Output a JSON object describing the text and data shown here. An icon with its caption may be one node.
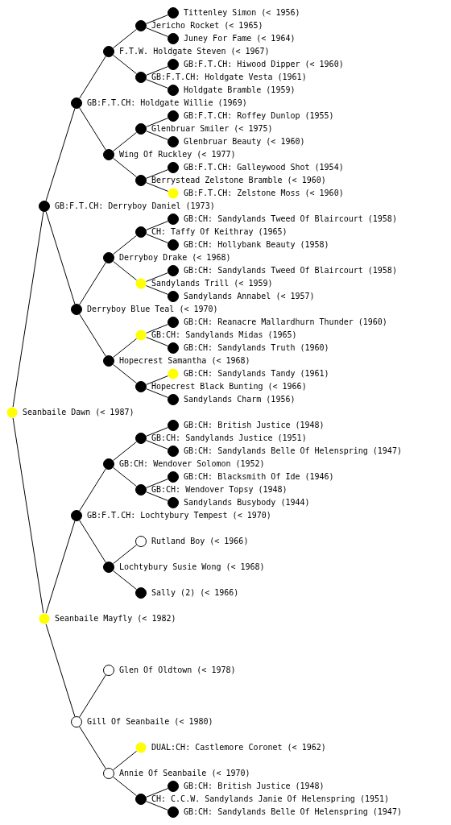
{
  "diagram": {
    "nodes": [
      {
        "text": [],
        "shape": "circle",
        "beside": [
          "Seanbaile Dawn (< 1987)"
        ]
      },
      {
        "text": [],
        "shape": "circle",
        "beside": [
          "GB:F.T.CH: Derryboy Daniel (1973)"
        ]
      },
      {
        "text": [],
        "shape": "circle",
        "beside": [
          "GB:F.T.CH: Holdgate Willie (1969)"
        ]
      },
      {
        "text": [],
        "shape": "circle",
        "beside": [
          "F.T.W. Holdgate Steven (< 1967)"
        ]
      },
      {
        "text": [],
        "shape": "circle",
        "beside": [
          "Jericho Rocket (< 1965)"
        ]
      },
      {
        "text": [],
        "shape": "circle",
        "beside": [
          "Tittenley Simon (< 1956)"
        ]
      },
      {
        "text": [],
        "shape": "circle",
        "beside": [
          "Juney For Fame (< 1964)"
        ]
      },
      {
        "text": [],
        "shape": "circle",
        "beside": [
          "GB:F.T.CH: Holdgate Vesta (1961)"
        ]
      },
      {
        "text": [],
        "shape": "circle",
        "beside": [
          "GB:F.T.CH: Hiwood Dipper (< 1960)"
        ]
      },
      {
        "text": [],
        "shape": "circle",
        "beside": [
          "Holdgate Bramble (1959)"
        ]
      },
      {
        "text": [],
        "shape": "circle",
        "beside": [
          "Wing Of Ruckley (< 1977)"
        ]
      },
      {
        "text": [],
        "shape": "circle",
        "beside": [
          "Glenbruar Smiler (< 1975)"
        ]
      },
      {
        "text": [],
        "shape": "circle",
        "beside": [
          "GB:F.T.CH: Roffey Dunlop (1955)"
        ]
      },
      {
        "text": [],
        "shape": "circle",
        "beside": [
          "Glenbruar Beauty (< 1960)"
        ]
      },
      {
        "text": [],
        "shape": "circle",
        "beside": [
          "Berrystead Zelstone Bramble (< 1960)"
        ]
      },
      {
        "text": [],
        "shape": "circle",
        "beside": [
          "GB:F.T.CH: Galleywood Shot (1954)"
        ]
      },
      {
        "text": [],
        "shape": "circle",
        "beside": [
          "GB:F.T.CH: Zelstone Moss (< 1960)"
        ]
      },
      {
        "text": [],
        "shape": "circle",
        "beside": [
          "Derryboy Blue Teal (< 1970)"
        ]
      },
      {
        "text": [],
        "shape": "circle",
        "beside": [
          "Derryboy Drake (< 1968)"
        ]
      },
      {
        "text": [],
        "shape": "circle",
        "beside": [
          "CH: Taffy Of Keithray (1965)"
        ]
      },
      {
        "text": [],
        "shape": "circle",
        "beside": [
          "GB:CH: Sandylands Tweed Of Blaircourt (1958)"
        ]
      },
      {
        "text": [],
        "shape": "circle",
        "beside": [
          "GB:CH: Hollybank Beauty (1958)"
        ]
      },
      {
        "text": [],
        "shape": "circle",
        "beside": [
          "Sandylands Trill (< 1959)"
        ]
      },
      {
        "text": [],
        "shape": "circle",
        "beside": [
          "GB:CH: Sandylands Tweed Of Blaircourt (1958)"
        ]
      },
      {
        "text": [],
        "shape": "circle",
        "beside": [
          "Sandylands Annabel (< 1957)"
        ]
      },
      {
        "text": [],
        "shape": "circle",
        "beside": [
          "Hopecrest Samantha (< 1968)"
        ]
      },
      {
        "text": [],
        "shape": "circle",
        "beside": [
          "GB:CH: Sandylands Midas (1965)"
        ]
      },
      {
        "text": [],
        "shape": "circle",
        "beside": [
          "GB:CH: Reanacre Mallardhurn Thunder (1960)"
        ]
      },
      {
        "text": [],
        "shape": "circle",
        "beside": [
          "GB:CH: Sandylands Truth (1960)"
        ]
      },
      {
        "text": [],
        "shape": "circle",
        "beside": [
          "Hopecrest Black Bunting (< 1966)"
        ]
      },
      {
        "text": [],
        "shape": "circle",
        "beside": [
          "GB:CH: Sandylands Tandy (1961)"
        ]
      },
      {
        "text": [],
        "shape": "circle",
        "beside": [
          "Sandylands Charm (1956)"
        ]
      },
      {
        "text": [],
        "shape": "circle",
        "beside": [
          "Seanbaile Mayfly (< 1982)"
        ]
      },
      {
        "text": [],
        "shape": "circle",
        "beside": [
          "GB:F.T.CH: Lochtybury Tempest (< 1970)"
        ]
      },
      {
        "text": [],
        "shape": "circle",
        "beside": [
          "GB:CH: Wendover Solomon (1952)"
        ]
      },
      {
        "text": [],
        "shape": "circle",
        "beside": [
          "GB:CH: Sandylands Justice (1951)"
        ]
      },
      {
        "text": [],
        "shape": "circle",
        "beside": [
          "GB:CH: British Justice (1948)"
        ]
      },
      {
        "text": [],
        "shape": "circle",
        "beside": [
          "GB:CH: Sandylands Belle Of Helenspring (1947)"
        ]
      },
      {
        "text": [],
        "shape": "circle",
        "beside": [
          "GB:CH: Wendover Topsy (1948)"
        ]
      },
      {
        "text": [],
        "shape": "circle",
        "beside": [
          "GB:CH: Blacksmith Of Ide (1946)"
        ]
      },
      {
        "text": [],
        "shape": "circle",
        "beside": [
          "Sandylands Busybody (1944)"
        ]
      },
      {
        "text": [],
        "shape": "circle",
        "beside": [
          "Lochtybury Susie Wong (< 1968)"
        ]
      },
      {
        "text": [],
        "shape": "circle",
        "beside": [
          "Rutland Boy (< 1966)"
        ]
      },
      {
        "text": [],
        "shape": "circle",
        "beside": [
          "Sally (2) (< 1966)"
        ]
      },
      {
        "text": [],
        "shape": "circle",
        "beside": [
          "Gill Of Seanbaile (< 1980)"
        ]
      },
      {
        "text": [],
        "shape": "circle",
        "beside": [
          "Glen Of Oldtown (< 1978)"
        ]
      },
      {
        "text": [],
        "shape": "circle",
        "beside": [
          "Annie Of Seanbaile (< 1970)"
        ]
      },
      {
        "text": [],
        "shape": "circle",
        "beside": [
          "DUAL:CH: Castlemore Coronet (< 1962)"
        ]
      },
      {
        "text": [],
        "shape": "circle",
        "beside": [
          "CH: C.C.W. Sandylands Janie Of Helenspring (1951)"
        ]
      },
      {
        "text": [],
        "shape": "circle",
        "beside": [
          "GB:CH: British Justice (1948)"
        ]
      },
      {
        "text": [],
        "shape": "circle",
        "beside": [
          "GB:CH: Sandylands Belle Of Helenspring (1947)"
        ]
      }
    ],
    "edges": [
      {
        "from": 0,
        "to": 1,
        "arrow": "none"
      },
      {
        "from": 1,
        "to": 2,
        "arrow": "none"
      },
      {
        "from": 2,
        "to": 3,
        "arrow": "none"
      },
      {
        "from": 3,
        "to": 4,
        "arrow": "none"
      },
      {
        "from": 4,
        "to": 5,
        "arrow": "none"
      },
      {
        "from": 4,
        "to": 6,
        "arrow": "none"
      },
      {
        "from": 3,
        "to": 7,
        "arrow": "none"
      },
      {
        "from": 7,
        "to": 8,
        "arrow": "none"
      },
      {
        "from": 7,
        "to": 9,
        "arrow": "none"
      },
      {
        "from": 2,
        "to": 10,
        "arrow": "none"
      },
      {
        "from": 10,
        "to": 11,
        "arrow": "none"
      },
      {
        "from": 11,
        "to": 12,
        "arrow": "none"
      },
      {
        "from": 11,
        "to": 13,
        "arrow": "none"
      },
      {
        "from": 10,
        "to": 14,
        "arrow": "none"
      },
      {
        "from": 14,
        "to": 15,
        "arrow": "none"
      },
      {
        "from": 14,
        "to": 16,
        "arrow": "none"
      },
      {
        "from": 1,
        "to": 17,
        "arrow": "none"
      },
      {
        "from": 17,
        "to": 18,
        "arrow": "none"
      },
      {
        "from": 18,
        "to": 19,
        "arrow": "none"
      },
      {
        "from": 19,
        "to": 20,
        "arrow": "none"
      },
      {
        "from": 19,
        "to": 21,
        "arrow": "none"
      },
      {
        "from": 18,
        "to": 22,
        "arrow": "none"
      },
      {
        "from": 22,
        "to": 23,
        "arrow": "none"
      },
      {
        "from": 22,
        "to": 24,
        "arrow": "none"
      },
      {
        "from": 17,
        "to": 25,
        "arrow": "none"
      },
      {
        "from": 25,
        "to": 26,
        "arrow": "none"
      },
      {
        "from": 26,
        "to": 27,
        "arrow": "none"
      },
      {
        "from": 26,
        "to": 28,
        "arrow": "none"
      },
      {
        "from": 25,
        "to": 29,
        "arrow": "none"
      },
      {
        "from": 29,
        "to": 30,
        "arrow": "none"
      },
      {
        "from": 29,
        "to": 31,
        "arrow": "none"
      },
      {
        "from": 0,
        "to": 32,
        "arrow": "none"
      },
      {
        "from": 32,
        "to": 33,
        "arrow": "none"
      },
      {
        "from": 33,
        "to": 34,
        "arrow": "none"
      },
      {
        "from": 34,
        "to": 35,
        "arrow": "none"
      },
      {
        "from": 35,
        "to": 36,
        "arrow": "none"
      },
      {
        "from": 35,
        "to": 37,
        "arrow": "none"
      },
      {
        "from": 34,
        "to": 38,
        "arrow": "none"
      },
      {
        "from": 38,
        "to": 39,
        "arrow": "none"
      },
      {
        "from": 38,
        "to": 40,
        "arrow": "none"
      },
      {
        "from": 33,
        "to": 41,
        "arrow": "none"
      },
      {
        "from": 41,
        "to": 42,
        "arrow": "none"
      },
      {
        "from": 41,
        "to": 43,
        "arrow": "none"
      },
      {
        "from": 32,
        "to": 44,
        "arrow": "none"
      },
      {
        "from": 44,
        "to": 45,
        "arrow": "none"
      },
      {
        "from": 44,
        "to": 46,
        "arrow": "none"
      },
      {
        "from": 46,
        "to": 47,
        "arrow": "none"
      },
      {
        "from": 46,
        "to": 48,
        "arrow": "none"
      },
      {
        "from": 48,
        "to": 49,
        "arrow": "none"
      },
      {
        "from": 48,
        "to": 50,
        "arrow": "none"
      }
    ]
  }
}
